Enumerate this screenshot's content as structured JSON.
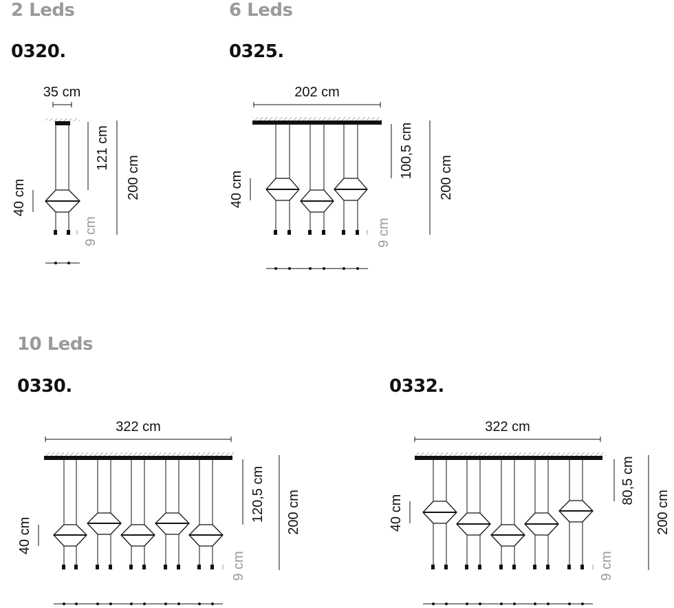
{
  "groups": {
    "g1": {
      "title": "2 Leds"
    },
    "g2": {
      "title": "6 Leds"
    },
    "g3": {
      "title": "10 Leds"
    }
  },
  "models": {
    "m0320": {
      "code": "0320.",
      "width": "35 cm",
      "drop": "121 cm",
      "height": "200 cm",
      "lamp": "40 cm",
      "tip": "9 cm"
    },
    "m0325": {
      "code": "0325.",
      "width": "202 cm",
      "drop": "100,5 cm",
      "height": "200 cm",
      "lamp": "40 cm",
      "tip": "9 cm"
    },
    "m0330": {
      "code": "0330.",
      "width": "322 cm",
      "drop": "120,5 cm",
      "height": "200 cm",
      "lamp": "40 cm",
      "tip": "9 cm"
    },
    "m0332": {
      "code": "0332.",
      "width": "322 cm",
      "drop": "80,5 cm",
      "height": "200 cm",
      "lamp": "40 cm",
      "tip": "9 cm"
    }
  },
  "colors": {
    "ink": "#111111",
    "muted": "#9a9a9a"
  }
}
